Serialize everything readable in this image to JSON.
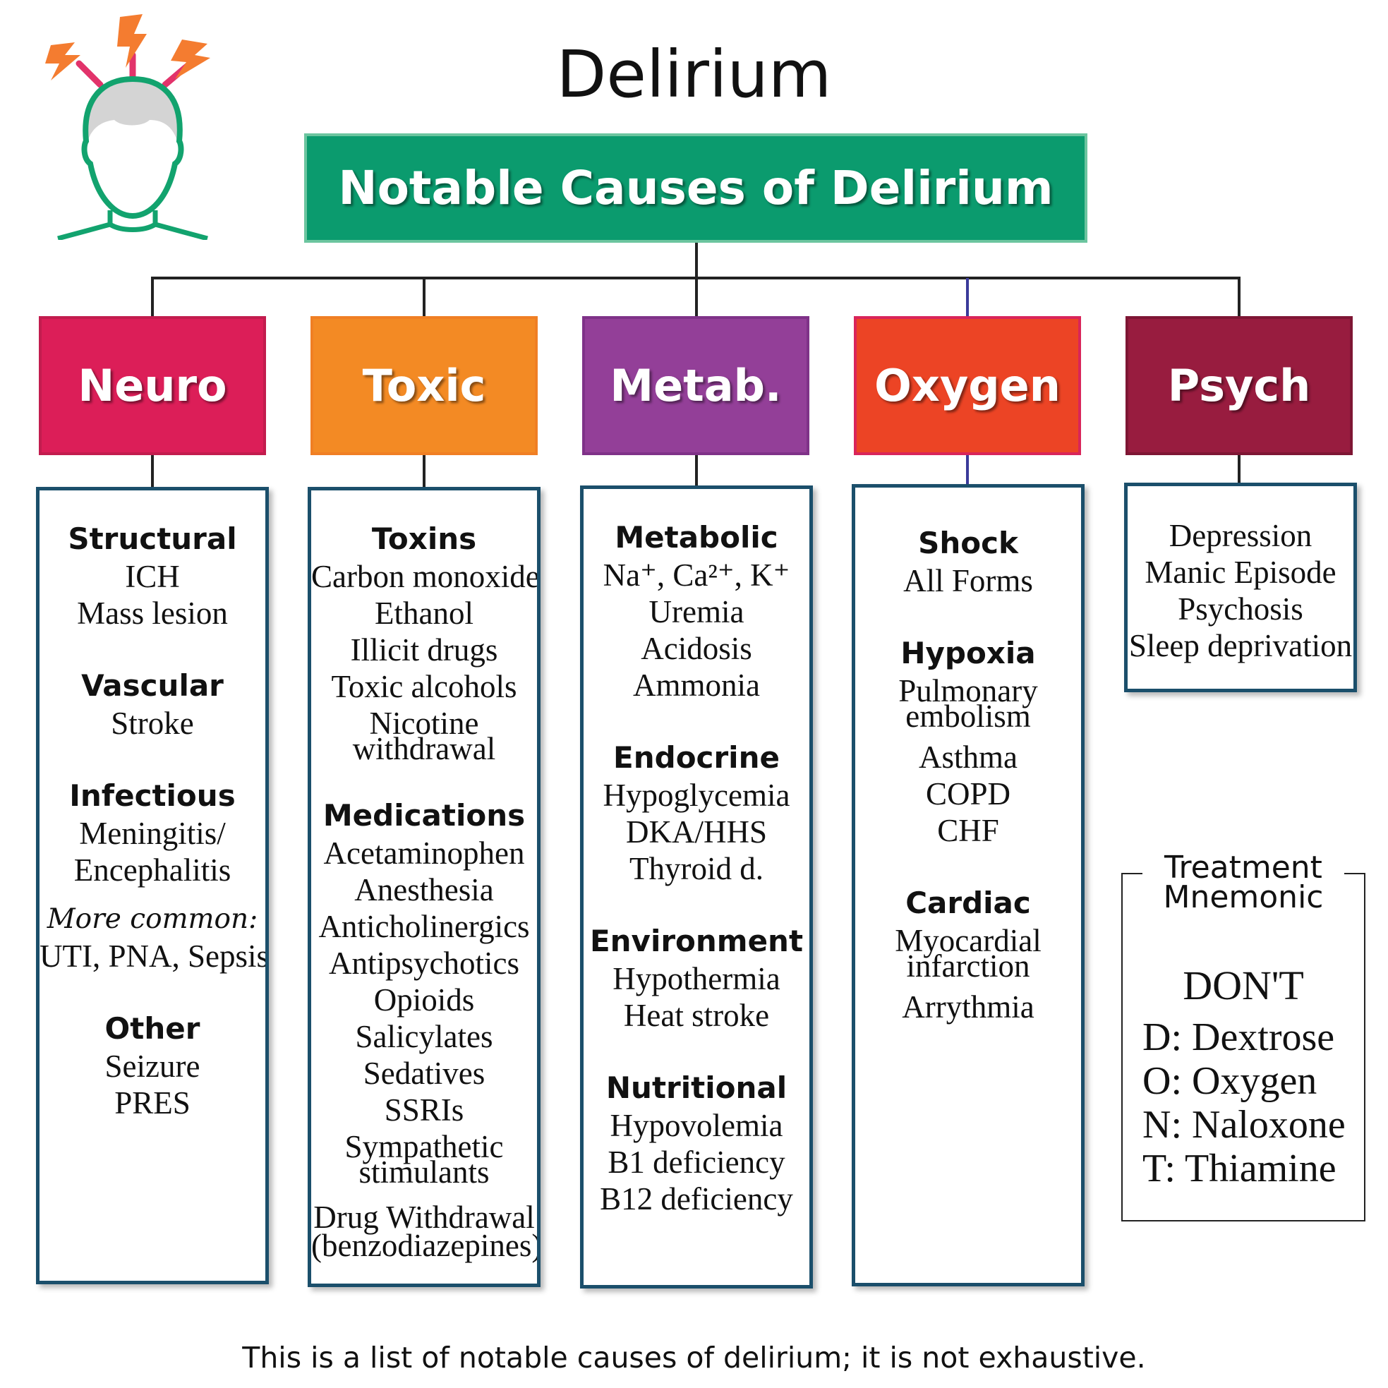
{
  "title": "Delirium",
  "banner": "Notable Causes of Delirium",
  "footnote": "This is a list of notable causes of delirium; it is not exhaustive.",
  "colors": {
    "banner": "#0b9b6e",
    "banner_border": "#6cc59f",
    "neuro": "#dc1e58",
    "toxic": "#f38a24",
    "metab": "#933f98",
    "oxygen": "#ec4425",
    "psych": "#981c3f",
    "list_border": "#1b4f6b",
    "icon_green": "#12a36e",
    "icon_hair": "#d4d4d4",
    "bolt": "#f47c30",
    "bolt_ray": "#e2336b"
  },
  "icons": {
    "head": "head-with-lightning-icon"
  },
  "categories": [
    {
      "label": "Neuro",
      "sections": [
        {
          "heading": "Structural",
          "items": [
            "ICH",
            "Mass lesion"
          ]
        },
        {
          "heading": "Vascular",
          "items": [
            "Stroke"
          ]
        },
        {
          "heading": "Infectious",
          "items": [
            "Meningitis/",
            "Encephalitis"
          ],
          "note": "More common:",
          "note_items": [
            "UTI, PNA, Sepsis"
          ]
        },
        {
          "heading": "Other",
          "items": [
            "Seizure",
            "PRES"
          ]
        }
      ]
    },
    {
      "label": "Toxic",
      "sections": [
        {
          "heading": "Toxins",
          "items": [
            "Carbon monoxide",
            "Ethanol",
            "Illicit drugs",
            "Toxic alcohols",
            "Nicotine",
            "withdrawal"
          ]
        },
        {
          "heading": "Medications",
          "items": [
            "Acetaminophen",
            "Anesthesia",
            "Anticholinergics",
            "Antipsychotics",
            "Opioids",
            "Salicylates",
            "Sedatives",
            "SSRIs",
            "Sympathetic",
            "stimulants"
          ]
        },
        {
          "heading": "",
          "items": [
            "Drug Withdrawal",
            "(benzodiazepines)"
          ]
        }
      ]
    },
    {
      "label": "Metab.",
      "sections": [
        {
          "heading": "Metabolic",
          "items": [
            "Na⁺, Ca²⁺, K⁺",
            "Uremia",
            "Acidosis",
            "Ammonia"
          ]
        },
        {
          "heading": "Endocrine",
          "items": [
            "Hypoglycemia",
            "DKA/HHS",
            "Thyroid d."
          ]
        },
        {
          "heading": "Environment",
          "items": [
            "Hypothermia",
            "Heat stroke"
          ]
        },
        {
          "heading": "Nutritional",
          "items": [
            "Hypovolemia",
            "B1 deficiency",
            "B12 deficiency"
          ]
        }
      ]
    },
    {
      "label": "Oxygen",
      "sections": [
        {
          "heading": "Shock",
          "items": [
            "All Forms"
          ]
        },
        {
          "heading": "Hypoxia",
          "items": [
            "Pulmonary",
            "embolism",
            "Asthma",
            "COPD",
            "CHF"
          ]
        },
        {
          "heading": "Cardiac",
          "items": [
            "Myocardial",
            "infarction",
            "Arrythmia"
          ]
        }
      ]
    },
    {
      "label": "Psych",
      "sections": [
        {
          "heading": "",
          "items": [
            "Depression",
            "Manic Episode",
            "Psychosis",
            "Sleep deprivation"
          ]
        }
      ]
    }
  ],
  "mnemonic": {
    "title_line1": "Treatment",
    "title_line2": "Mnemonic",
    "word": "DON'T",
    "lines": [
      "D: Dextrose",
      "O: Oxygen",
      "N: Naloxone",
      "T: Thiamine"
    ]
  }
}
